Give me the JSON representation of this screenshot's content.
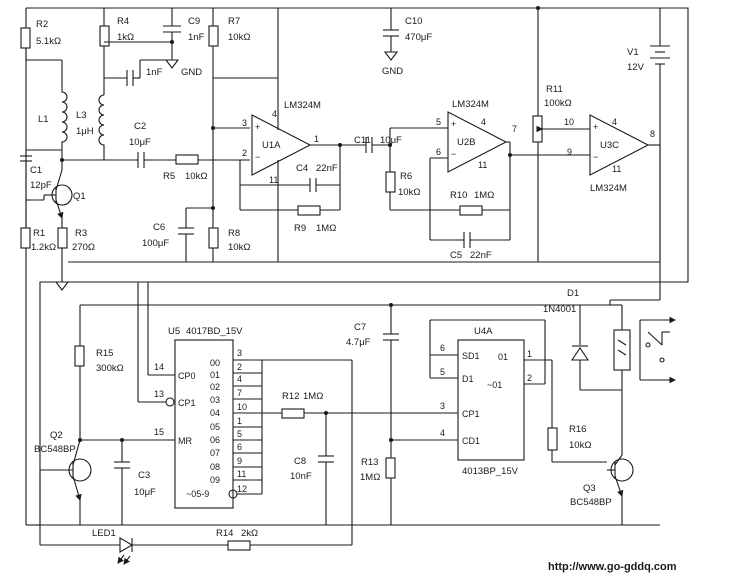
{
  "components": {
    "R2": {
      "ref": "R2",
      "value": "5.1kΩ"
    },
    "R4": {
      "ref": "R4",
      "value": "1kΩ"
    },
    "C9": {
      "ref": "C9",
      "value": "1nF"
    },
    "C_1nF": {
      "value": "1nF"
    },
    "gnd1": "GND",
    "R7": {
      "ref": "R7",
      "value": "10kΩ"
    },
    "C10": {
      "ref": "C10",
      "value": "470μF"
    },
    "gnd2": "GND",
    "V1": {
      "ref": "V1",
      "value": "12V"
    },
    "L1": {
      "ref": "L1"
    },
    "L3": {
      "ref": "L3",
      "value": "1μH"
    },
    "C2": {
      "ref": "C2",
      "value": "10μF"
    },
    "C1": {
      "ref": "C1",
      "value": "12pF"
    },
    "Q1": {
      "ref": "Q1"
    },
    "R5": {
      "ref": "R5",
      "value": "10kΩ"
    },
    "R1": {
      "ref": "R1",
      "value": "1.2kΩ"
    },
    "R3": {
      "ref": "R3",
      "value": "270Ω"
    },
    "C6": {
      "ref": "C6",
      "value": "100μF"
    },
    "R8": {
      "ref": "R8",
      "value": "10kΩ"
    },
    "U1A": {
      "ref": "U1A",
      "type": "LM324M",
      "pins": [
        "4",
        "3",
        "2",
        "1",
        "11"
      ]
    },
    "C4": {
      "ref": "C4",
      "value": "22nF"
    },
    "R9": {
      "ref": "R9",
      "value": "1MΩ"
    },
    "C11": {
      "ref": "C11",
      "value": "10μF"
    },
    "R6": {
      "ref": "R6",
      "value": "10kΩ"
    },
    "U2B": {
      "ref": "U2B",
      "type": "LM324M",
      "pins": [
        "5",
        "6",
        "4",
        "7",
        "11"
      ]
    },
    "R10": {
      "ref": "R10",
      "value": "1MΩ"
    },
    "C5": {
      "ref": "C5",
      "value": "22nF"
    },
    "R11": {
      "ref": "R11",
      "value": "100kΩ"
    },
    "U3C": {
      "ref": "U3C",
      "type": "LM324M",
      "pins": [
        "10",
        "9",
        "4",
        "8",
        "11"
      ]
    },
    "R15": {
      "ref": "R15",
      "value": "300kΩ"
    },
    "U5": {
      "ref": "U5",
      "type": "4017BD_15V",
      "left_pins": [
        {
          "num": "14",
          "name": "CP0"
        },
        {
          "num": "13",
          "name": "CP1"
        },
        {
          "num": "15",
          "name": "MR"
        }
      ],
      "right_pins": [
        {
          "name": "00",
          "num": "3"
        },
        {
          "name": "01",
          "num": "2"
        },
        {
          "name": "02",
          "num": "4"
        },
        {
          "name": "03",
          "num": "7"
        },
        {
          "name": "04",
          "num": "10"
        },
        {
          "name": "05",
          "num": "1"
        },
        {
          "name": "06",
          "num": "5"
        },
        {
          "name": "07",
          "num": "6"
        },
        {
          "name": "08",
          "num": "9"
        },
        {
          "name": "09",
          "num": "11"
        },
        {
          "name": "~05-9",
          "num": "12"
        }
      ]
    },
    "R12": {
      "ref": "R12",
      "value": "1MΩ"
    },
    "C8": {
      "ref": "C8",
      "value": "10nF"
    },
    "C7": {
      "ref": "C7",
      "value": "4.7μF"
    },
    "R13": {
      "ref": "R13",
      "value": "1MΩ"
    },
    "U4A": {
      "ref": "U4A",
      "type": "4013BP_15V",
      "pins": [
        {
          "num": "6",
          "name": "SD1"
        },
        {
          "num": "5",
          "name": "D1"
        },
        {
          "num": "3",
          "name": "CP1"
        },
        {
          "num": "4",
          "name": "CD1"
        },
        {
          "num": "1",
          "name": "01"
        },
        {
          "num": "2",
          "name": "~01"
        }
      ]
    },
    "D1": {
      "ref": "D1",
      "value": "1N4001"
    },
    "R16": {
      "ref": "R16",
      "value": "10kΩ"
    },
    "Q2": {
      "ref": "Q2",
      "value": "BC548BP"
    },
    "C3": {
      "ref": "C3",
      "value": "10μF"
    },
    "Q3": {
      "ref": "Q3",
      "value": "BC548BP"
    },
    "LED1": {
      "ref": "LED1"
    },
    "R14": {
      "ref": "R14",
      "value": "2kΩ"
    }
  },
  "watermark": "http://www.go-gddq.com"
}
